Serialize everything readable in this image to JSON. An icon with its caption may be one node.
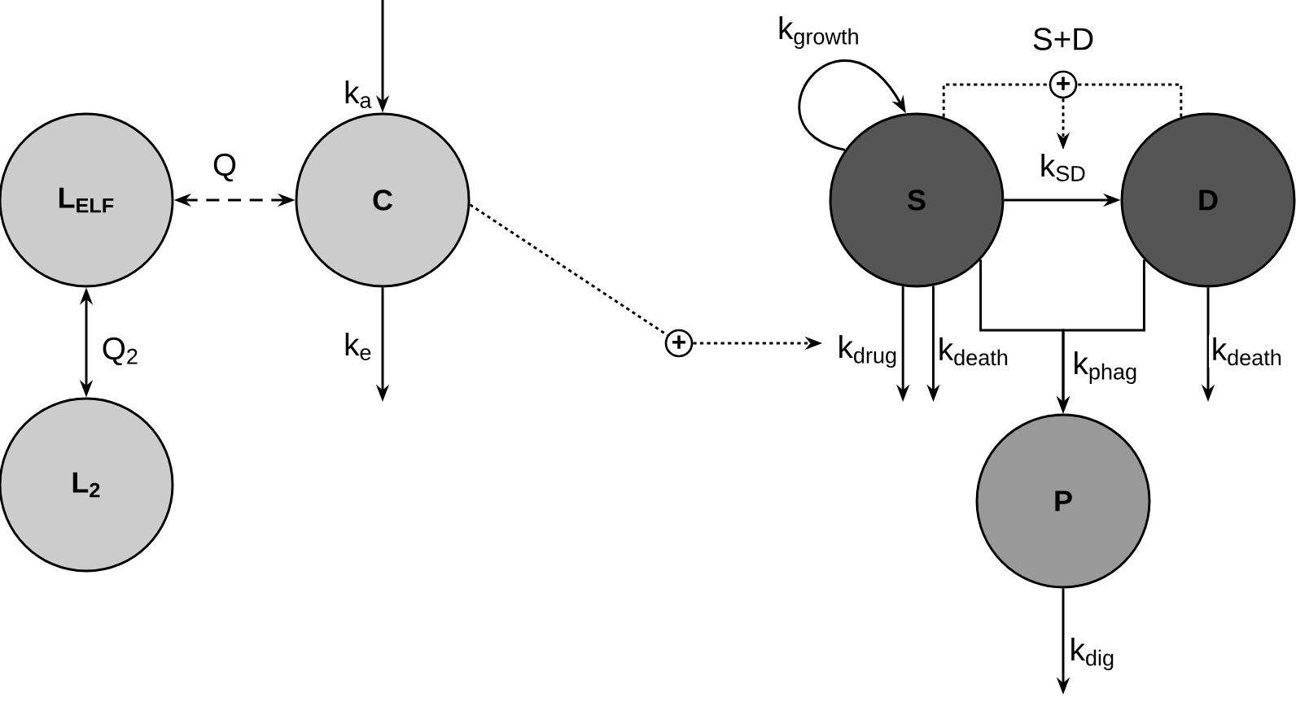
{
  "diagram": {
    "nodes": [
      {
        "text": [
          "L$_{ELF}$"
        ]
      },
      {
        "text": [
          "C"
        ]
      },
      {
        "text": [
          "L$_{2}$"
        ]
      },
      {
        "text": [
          "S"
        ]
      },
      {
        "text": [
          "D"
        ]
      },
      {
        "text": [
          "P"
        ]
      },
      {
        "text": [
          "+"
        ]
      },
      {
        "text": [
          "+"
        ],
        "beside": [
          "S+D"
        ]
      }
    ],
    "edges": [
      {
        "from": null,
        "to": 1,
        "arrow": "to",
        "label": "k$_{a}$"
      },
      {
        "from": 0,
        "to": 1,
        "arrow": "both",
        "label": "Q",
        "style": "dashed"
      },
      {
        "from": 0,
        "to": 2,
        "arrow": "both",
        "label": "Q$_{2}$"
      },
      {
        "from": 1,
        "to": null,
        "arrow": "to",
        "label": "k$_{e}$"
      },
      {
        "from": 1,
        "to": 6,
        "arrow": "none",
        "style": "dashed"
      },
      {
        "from": 6,
        "to": null,
        "arrow": "to",
        "style": "dashed"
      },
      {
        "from": 3,
        "to": 3,
        "arrow": "to",
        "label": "k$_{growth}$"
      },
      {
        "from": 3,
        "to": 7,
        "arrow": "none",
        "style": "dashed"
      },
      {
        "from": 4,
        "to": 7,
        "arrow": "none",
        "style": "dashed"
      },
      {
        "from": 7,
        "to": null,
        "arrow": "to",
        "style": "dashed"
      },
      {
        "from": 3,
        "to": 4,
        "arrow": "to",
        "label": "k$_{SD}$"
      },
      {
        "from": 3,
        "to": null,
        "arrow": "to",
        "label": "k$_{drug}$"
      },
      {
        "from": 3,
        "to": null,
        "arrow": "to",
        "label": "k$_{death}$"
      },
      {
        "from": 3,
        "to": 5,
        "arrow": "to",
        "label": "k$_{phag}$"
      },
      {
        "from": 4,
        "to": 5,
        "arrow": "to"
      },
      {
        "from": 4,
        "to": null,
        "arrow": "to",
        "label": "k$_{death}$"
      },
      {
        "from": 5,
        "to": null,
        "arrow": "to",
        "label": "k$_{dig}$"
      }
    ]
  }
}
